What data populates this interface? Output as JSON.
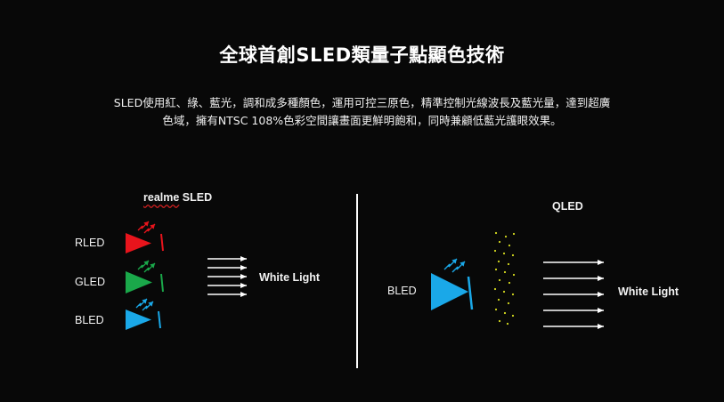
{
  "title": "全球首創SLED類量子點顯色技術",
  "description": {
    "line1": "SLED使用紅、綠、藍光，調和成多種顏色，運用可控三原色，精準控制光線波長及藍光量，達到超廣",
    "line2": "色域，擁有NTSC 108%色彩空間讓畫面更鮮明飽和，同時兼顧低藍光護眼效果。"
  },
  "left_panel": {
    "heading_brand": "realme",
    "heading_rest": " SLED",
    "leds": [
      {
        "label": "RLED",
        "color": "#e8141c"
      },
      {
        "label": "GLED",
        "color": "#1aa84a"
      },
      {
        "label": "BLED",
        "color": "#1aa8e8"
      }
    ],
    "output": "White Light"
  },
  "right_panel": {
    "heading": "QLED",
    "led": {
      "label": "BLED",
      "color": "#1aa8e8"
    },
    "dots_color": "#d8dc20",
    "output": "White Light"
  },
  "colors": {
    "background": "#080808",
    "text": "#ffffff",
    "arrow": "#ffffff",
    "divider": "#ffffff"
  }
}
